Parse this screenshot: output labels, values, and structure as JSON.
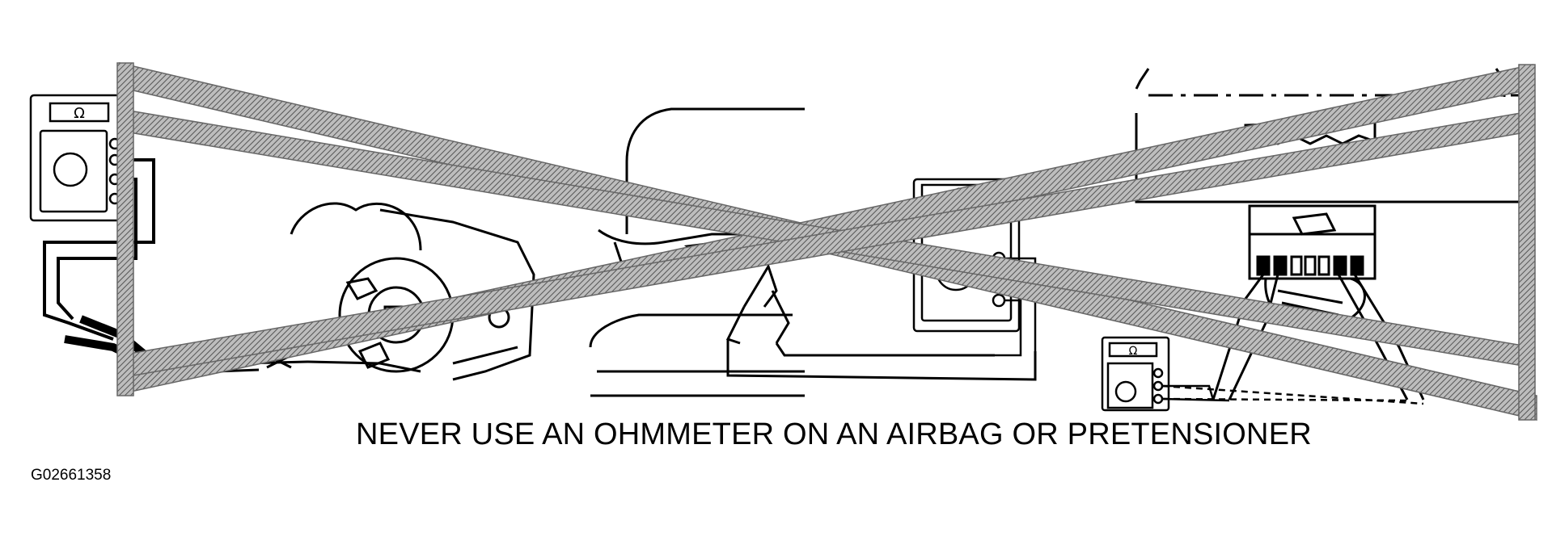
{
  "caption": "NEVER USE AN OHMMETER ON AN AIRBAG OR PRETENSIONER",
  "figure_id": "G02661358",
  "meter_symbol": "Ω",
  "colors": {
    "ink": "#000000",
    "hatch": "#8a8a8a",
    "background": "#ffffff"
  },
  "icons": [
    "ohmmeter-icon",
    "steering-wheel-airbag-icon",
    "passenger-airbag-icon",
    "pretensioner-connector-icon",
    "prohibition-cross-icon"
  ]
}
